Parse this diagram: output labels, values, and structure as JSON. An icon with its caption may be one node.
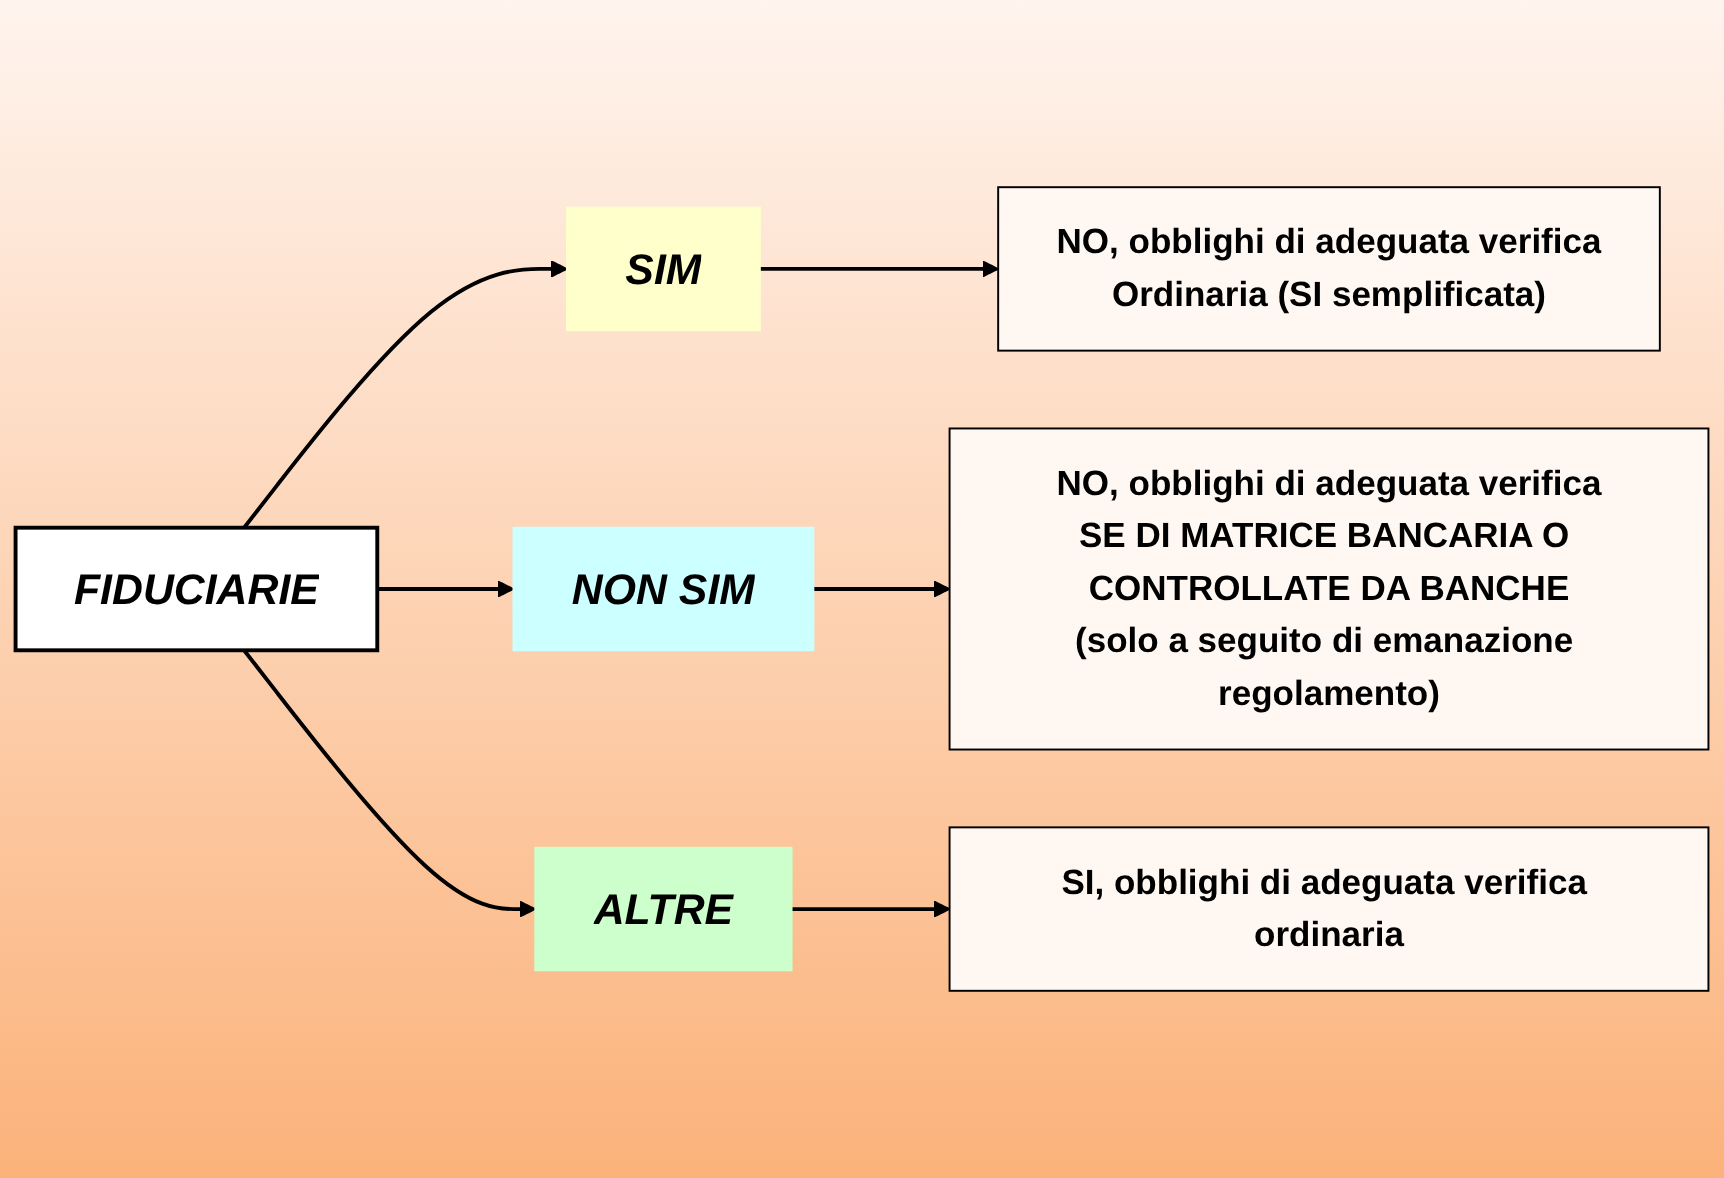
{
  "diagram": {
    "nodes": [
      {
        "text": [
          "FIDUCIARIE"
        ]
      },
      {
        "text": [
          "SIM"
        ]
      },
      {
        "text": [
          "NO, obblighi di adeguata verifica",
          "Ordinaria (SI semplificata)"
        ]
      },
      {
        "text": [
          "NON SIM"
        ]
      },
      {
        "text": [
          "NO, obblighi di adeguata verifica",
          "SE DI MATRICE BANCARIA O CONTROLLATE DA BANCHE",
          "(solo a seguito di emanazione regolamento)"
        ]
      },
      {
        "text": [
          "ALTRE"
        ]
      },
      {
        "text": [
          "SI, obblighi di adeguata verifica ordinaria"
        ]
      }
    ],
    "edges": [
      {
        "from": 0,
        "to": 1,
        "arrow": "to"
      },
      {
        "from": 1,
        "to": 2,
        "arrow": "to"
      },
      {
        "from": 0,
        "to": 3,
        "arrow": "to"
      },
      {
        "from": 3,
        "to": 4,
        "arrow": "to"
      },
      {
        "from": 0,
        "to": 5,
        "arrow": "to"
      },
      {
        "from": 5,
        "to": 6,
        "arrow": "to"
      }
    ]
  }
}
